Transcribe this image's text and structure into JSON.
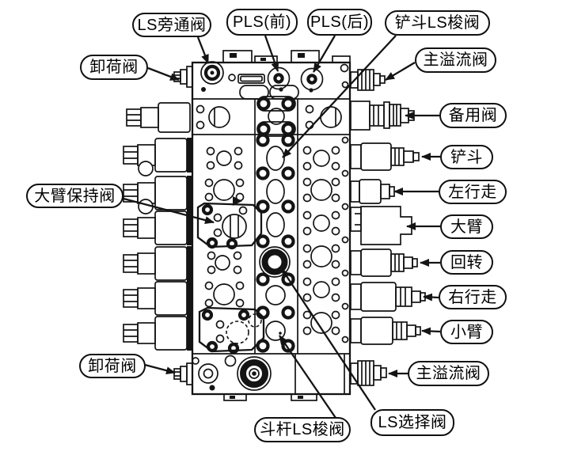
{
  "diagram": {
    "description_type": "hydraulic-control-valve-callout-diagram",
    "colors": {
      "ink": "#141414",
      "paper": "#ffffff"
    },
    "labels": {
      "ls_bypass": "LS旁通阀",
      "pls_front": "PLS(前)",
      "pls_rear": "PLS(后)",
      "bucket_ls_shuttle": "铲斗LS梭阀",
      "unload_top": "卸荷阀",
      "main_relief_top": "主溢流阀",
      "spare": "备用阀",
      "bucket": "铲斗",
      "left_travel": "左行走",
      "boom": "大臂",
      "swing": "回转",
      "right_travel": "右行走",
      "arm": "小臂",
      "main_relief_bottom": "主溢流阀",
      "boom_holding": "大臂保持阀",
      "unload_bottom": "卸荷阀",
      "arm_ls_shuttle": "斗杆LS梭阀",
      "ls_select": "LS选择阀"
    }
  }
}
